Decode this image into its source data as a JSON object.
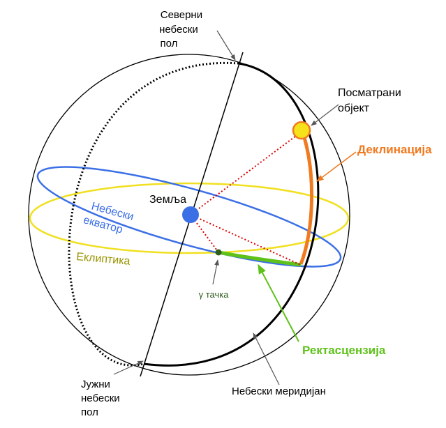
{
  "labels": {
    "north_pole": [
      "Северни",
      "небески",
      "пол"
    ],
    "south_pole": [
      "Јужни",
      "небески",
      "пол"
    ],
    "observed_object": [
      "Посматрани",
      "објект"
    ],
    "declination": "Деклинација",
    "earth": "Земља",
    "celestial_equator": [
      "Небески",
      "екватор"
    ],
    "ecliptic": "Еклиптика",
    "gamma_point": "γ тачка",
    "right_ascension": "Ректасцензија",
    "celestial_meridian": "Небески меридијан"
  },
  "colors": {
    "equator": "#3b6fe6",
    "ecliptic": "#f0e020",
    "ecliptic_label": "#9a9400",
    "declination": "#f07a20",
    "right_ascension": "#5ec21a",
    "sight_lines": "#dd0000",
    "earth": "#3b6fe6",
    "object_fill": "#f5e21a",
    "gamma_point": "#2e5e1a"
  }
}
